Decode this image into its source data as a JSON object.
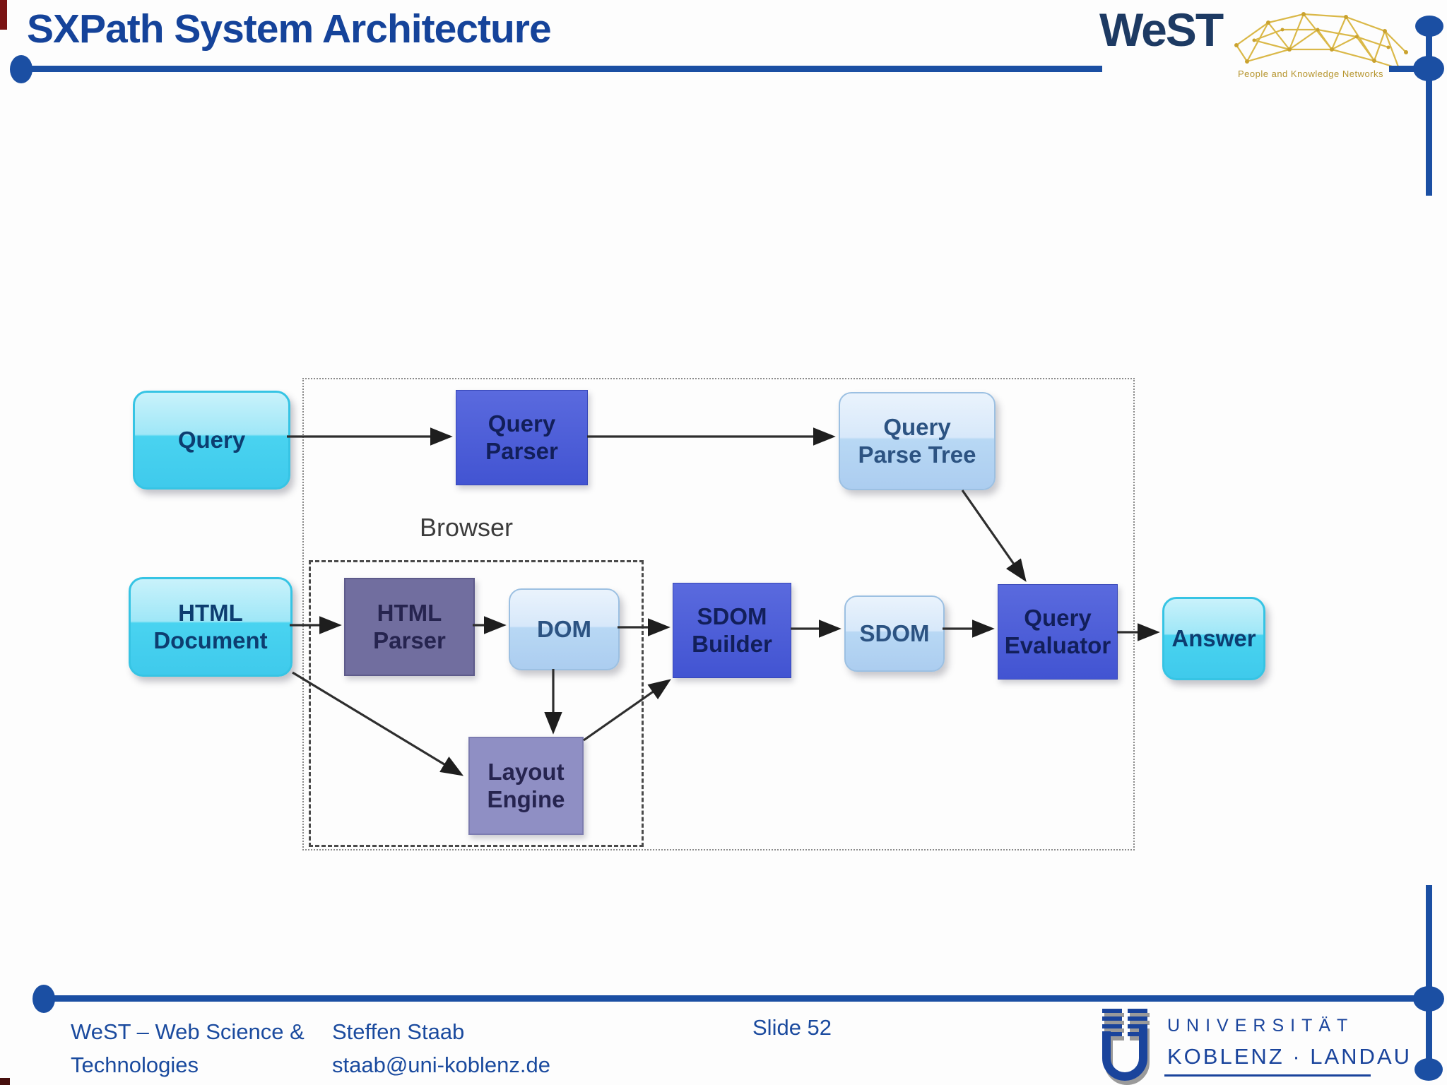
{
  "slide": {
    "title": "SXPath System Architecture",
    "accent_color": "#1b4fa3",
    "title_color": "#15439a"
  },
  "header_logo": {
    "name": "WeST",
    "tagline": "People and Knowledge Networks"
  },
  "diagram": {
    "browser_label": "Browser",
    "nodes": {
      "query": {
        "label": "Query",
        "style": "cyan"
      },
      "query_parser": {
        "label": "Query\nParser",
        "style": "royal"
      },
      "query_parse_tree": {
        "label": "Query\nParse Tree",
        "style": "lightblue"
      },
      "html_document": {
        "label": "HTML\nDocument",
        "style": "cyan"
      },
      "html_parser": {
        "label": "HTML\nParser",
        "style": "purple-dark"
      },
      "dom": {
        "label": "DOM",
        "style": "lightblue"
      },
      "sdom_builder": {
        "label": "SDOM\nBuilder",
        "style": "royal"
      },
      "sdom": {
        "label": "SDOM",
        "style": "lightblue"
      },
      "query_evaluator": {
        "label": "Query\nEvaluator",
        "style": "royal"
      },
      "answer": {
        "label": "Answer",
        "style": "cyan"
      },
      "layout_engine": {
        "label": "Layout\nEngine",
        "style": "purple-light"
      }
    },
    "edges": [
      {
        "from": "query",
        "to": "query_parser"
      },
      {
        "from": "query_parser",
        "to": "query_parse_tree"
      },
      {
        "from": "query_parse_tree",
        "to": "query_evaluator"
      },
      {
        "from": "html_document",
        "to": "html_parser"
      },
      {
        "from": "html_parser",
        "to": "dom"
      },
      {
        "from": "dom",
        "to": "sdom_builder"
      },
      {
        "from": "sdom_builder",
        "to": "sdom"
      },
      {
        "from": "sdom",
        "to": "query_evaluator"
      },
      {
        "from": "query_evaluator",
        "to": "answer"
      },
      {
        "from": "dom",
        "to": "layout_engine"
      },
      {
        "from": "html_document",
        "to": "layout_engine"
      },
      {
        "from": "layout_engine",
        "to": "sdom_builder"
      }
    ]
  },
  "footer": {
    "org_line1": "WeST – Web Science &",
    "org_line2": "Technologies",
    "author": "Steffen Staab",
    "email": "staab@uni-koblenz.de",
    "slide_label": "Slide 52",
    "university_line1": "UNIVERSITÄT",
    "university_line2": "KOBLENZ · LANDAU"
  }
}
